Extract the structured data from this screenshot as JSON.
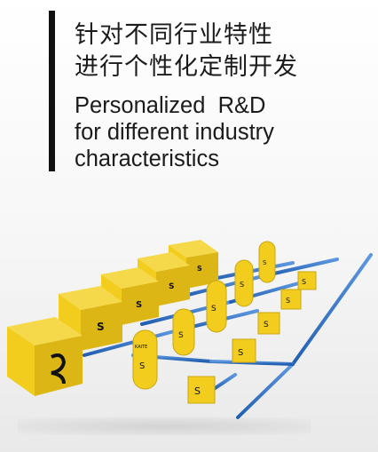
{
  "headline": {
    "chinese_lines": [
      "针对不同行业特性",
      "进行个性化定制开发"
    ],
    "english_lines": [
      "Personalized  R&D",
      "for different industry",
      "characteristics"
    ]
  },
  "illustration": {
    "compressor_brand_text": "KAITE",
    "colors": {
      "body": "#f2cd1d",
      "body_dark": "#c9a612",
      "body_side": "#dcb615",
      "pipe": "#2f72c9",
      "logo": "#111111"
    }
  }
}
